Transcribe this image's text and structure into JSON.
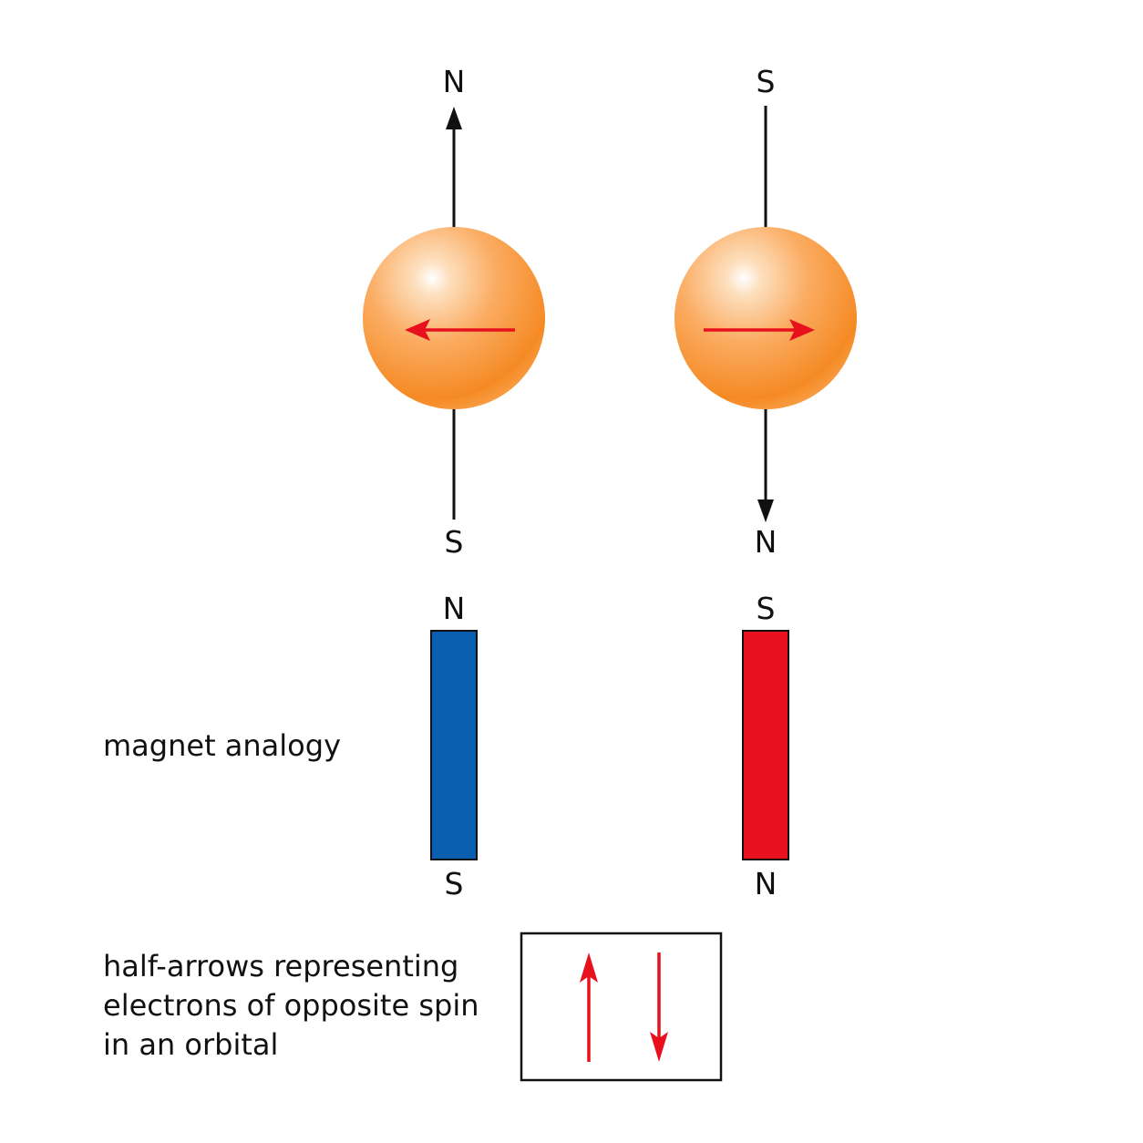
{
  "electrons": [
    {
      "top_label": "N",
      "bottom_label": "S",
      "axis_arrow": "up",
      "spin_arrow": "left"
    },
    {
      "top_label": "S",
      "bottom_label": "N",
      "axis_arrow": "down",
      "spin_arrow": "right"
    }
  ],
  "magnets": [
    {
      "top_label": "N",
      "bottom_label": "S",
      "color": "#0a5eb0"
    },
    {
      "top_label": "S",
      "bottom_label": "N",
      "color": "#e8101c"
    }
  ],
  "captions": {
    "magnet_analogy": "magnet analogy",
    "half_arrows": [
      "half-arrows representing",
      "electrons of opposite spin",
      "in an orbital"
    ]
  },
  "colors": {
    "sphere": "#f89a3c",
    "spin_arrow": "#e8101c",
    "orbital_arrow": "#e8101c",
    "axis": "#111111"
  }
}
